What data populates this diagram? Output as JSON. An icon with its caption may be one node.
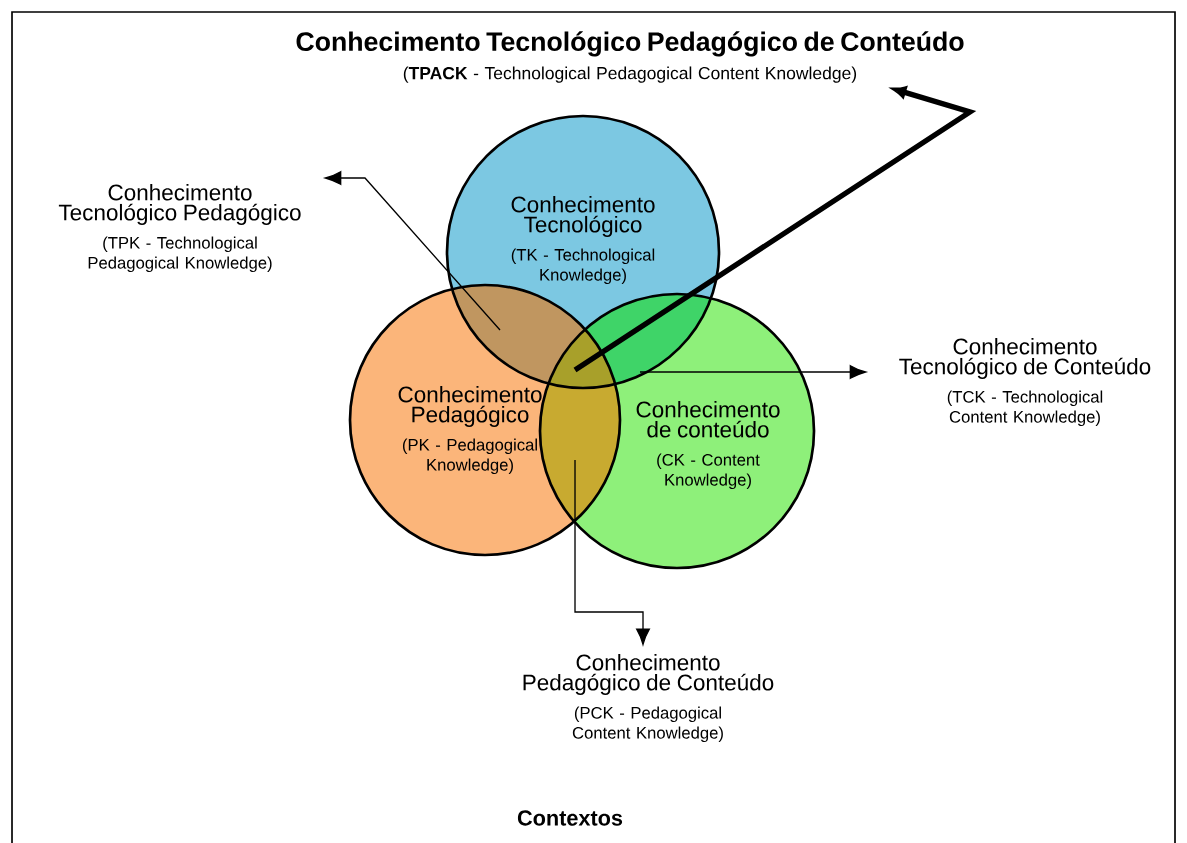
{
  "diagram": {
    "nodes": [
      {
        "text": [
          "Conhecimento Tecnológico Pedagógico de Conteúdo",
          "(**TPACK** - Technological Pedagogical Content Knowledge)"
        ]
      },
      {
        "text": [
          "Conhecimento Tecnológico",
          "(TK - Technological Knowledge)"
        ]
      },
      {
        "text": [
          "Conhecimento Pedagógico",
          "(PK - Pedagogical Knowledge)"
        ]
      },
      {
        "text": [
          "Conhecimento de conteúdo",
          "(CK - Content Knowledge)"
        ]
      },
      {
        "text": [
          "Conhecimento Tecnológico Pedagógico",
          "(TPK - Technological Pedagogical Knowledge)"
        ]
      },
      {
        "text": [
          "Conhecimento Tecnológico de Conteúdo",
          "(TCK - Technological Content Knowledge)"
        ]
      },
      {
        "text": [
          "Conhecimento Pedagógico de Conteúdo",
          "(PCK - Pedagogical Content Knowledge)"
        ]
      },
      {
        "text": [],
        "shape": "lens"
      },
      {
        "text": [],
        "shape": "lens"
      },
      {
        "text": [],
        "shape": "lens"
      },
      {
        "text": [],
        "shape": "triangle"
      }
    ],
    "edges": [
      {
        "from": 10,
        "to": 0,
        "arrow": "to",
        "style": "thick"
      },
      {
        "from": 7,
        "to": 4,
        "arrow": "to"
      },
      {
        "from": 8,
        "to": 5,
        "arrow": "to"
      },
      {
        "from": 9,
        "to": 6,
        "arrow": "to"
      }
    ],
    "labels": [
      "Contextos"
    ]
  }
}
